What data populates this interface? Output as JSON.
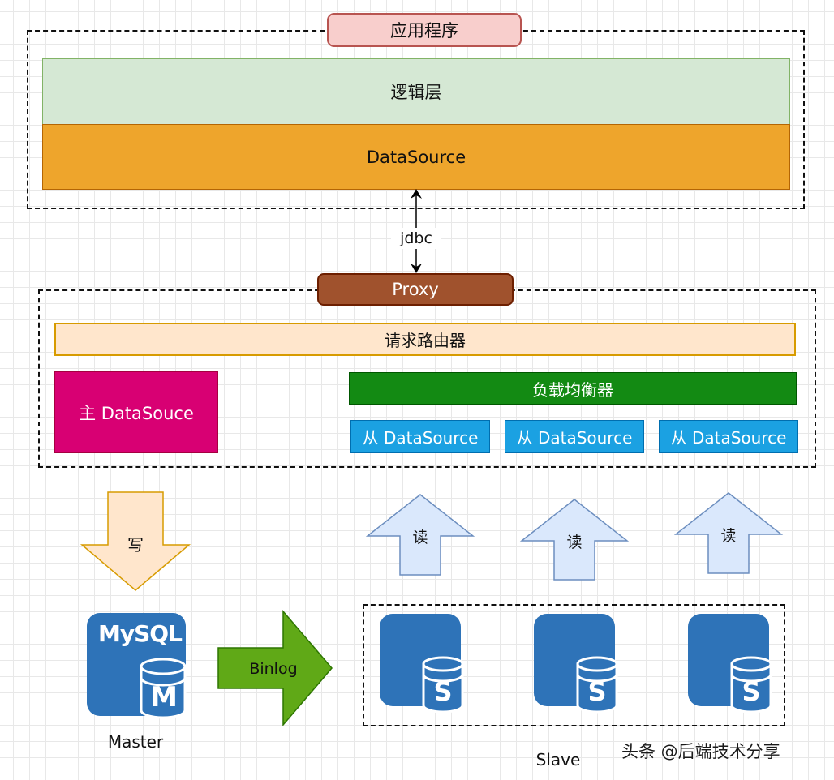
{
  "app_group": {
    "title": "应用程序",
    "logic_layer": "逻辑层",
    "datasource": "DataSource"
  },
  "connection": {
    "label": "jdbc"
  },
  "proxy": {
    "title": "Proxy",
    "router": "请求路由器",
    "master_ds": "主 DataSouce",
    "load_balancer": "负载均衡器",
    "slave_ds": [
      "从 DataSource",
      "从 DataSource",
      "从 DataSource"
    ]
  },
  "arrows": {
    "write": "写",
    "read": "读",
    "binlog": "Binlog"
  },
  "databases": {
    "master_caption": "Master",
    "master_icon_text": "MySQL",
    "master_letter": "M",
    "slave_caption": "Slave",
    "slave_letter": "S"
  },
  "watermark": "头条 @后端技术分享",
  "colors": {
    "app_title_bg": "#f8cecc",
    "logic_bg": "#d5e8d4",
    "datasource_bg": "#eea52c",
    "proxy_bg": "#a0522d",
    "router_bg": "#ffe6cc",
    "master_ds_bg": "#d80073",
    "lb_bg": "#138a13",
    "slave_ds_bg": "#1ba1e2",
    "db_blue": "#2e73b8",
    "binlog_green": "#60a917"
  }
}
